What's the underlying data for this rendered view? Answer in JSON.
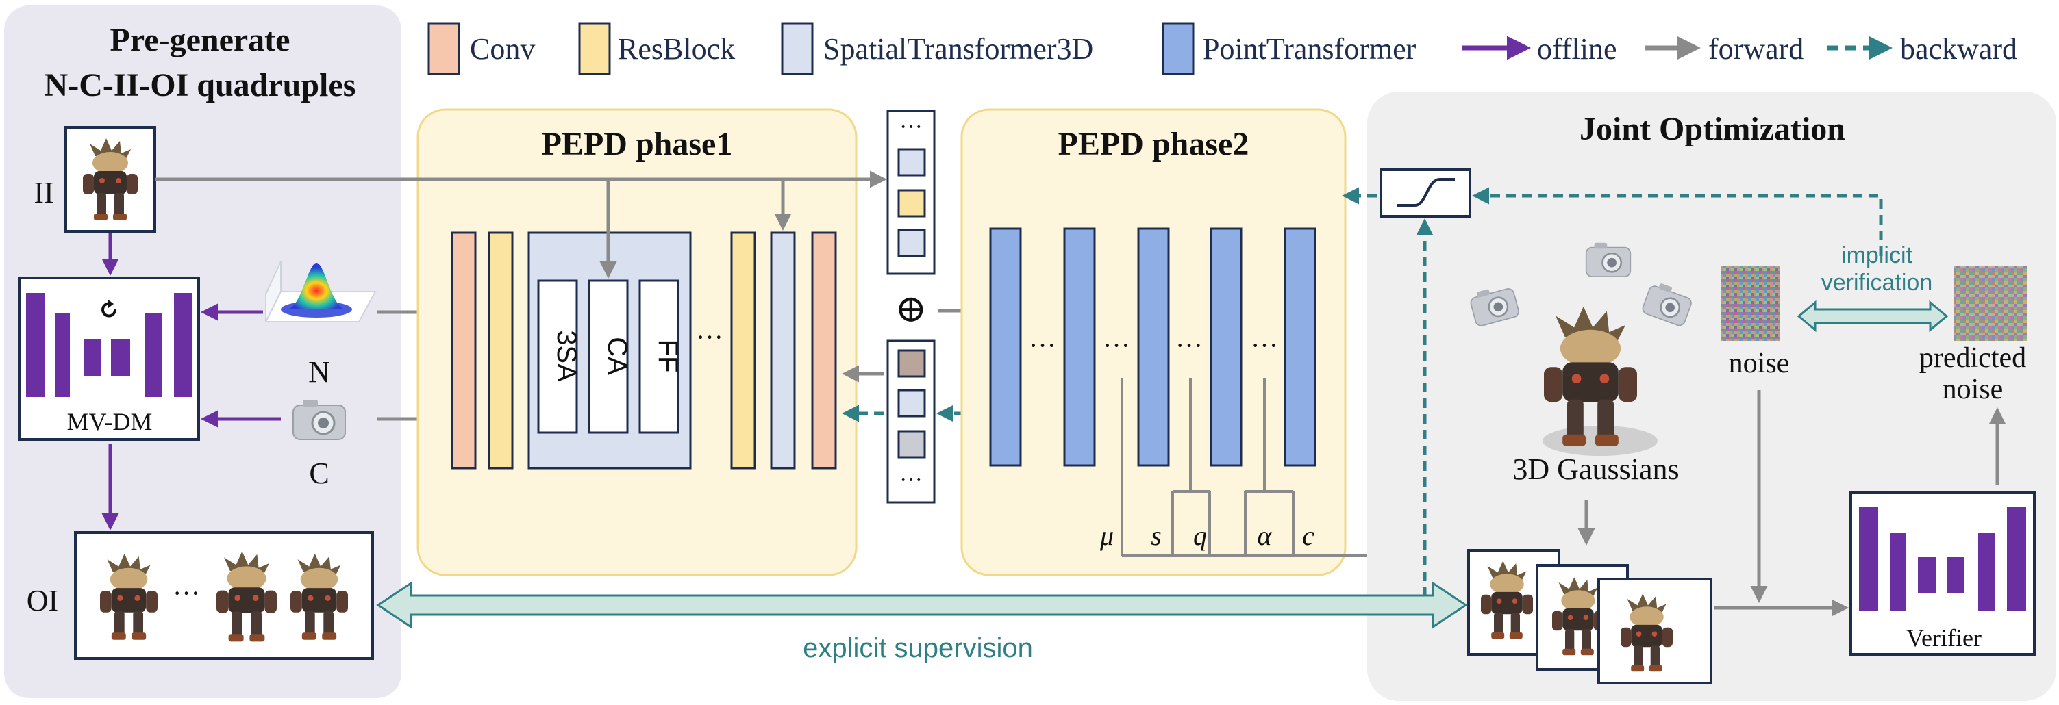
{
  "legend": {
    "conv": "Conv",
    "resblock": "ResBlock",
    "spatial": "SpatialTransformer3D",
    "point": "PointTransformer",
    "offline": "offline",
    "forward": "forward",
    "backward": "backward"
  },
  "left_panel": {
    "title_line1": "Pre-generate",
    "title_line2": "N-C-II-OI quadruples",
    "ii_label": "II",
    "n_label": "N",
    "c_label": "C",
    "mvdm_label": "MV-DM",
    "oi_label": "OI",
    "oi_ellipsis": "···"
  },
  "phase1": {
    "title": "PEPD phase1",
    "sa_label": "3SA",
    "ca_label": "CA",
    "ff_label": "FF",
    "ellipsis": "···"
  },
  "phase2": {
    "title": "PEPD phase2",
    "ellipsis": "···",
    "params": [
      "μ",
      "s",
      "q",
      "α",
      "c"
    ]
  },
  "oplus": "⊕",
  "stack_ellipsis": "···",
  "joint": {
    "title": "Joint Optimization",
    "gaussians_label": "3D Gaussians",
    "noise_label": "noise",
    "predicted_line1": "predicted",
    "predicted_line2": "noise",
    "implicit_line1": "implicit",
    "implicit_line2": "verification",
    "verifier_label": "Verifier"
  },
  "explicit_label": "explicit supervision",
  "colors": {
    "conv": "#f6c7ad",
    "resblock": "#fbe3a1",
    "spatial": "#d9e0ef",
    "point": "#8faee6",
    "offline": "#6a2fa0",
    "forward": "#8a8a8a",
    "backward": "#2f7f86",
    "left_bg": "#e9e8f1",
    "phase_bg": "#fdf6dc",
    "phase_border": "#f0d98a",
    "joint_bg": "#efefef",
    "navy": "#1f2d4d",
    "teal_arrow": "#cfe6e0"
  }
}
